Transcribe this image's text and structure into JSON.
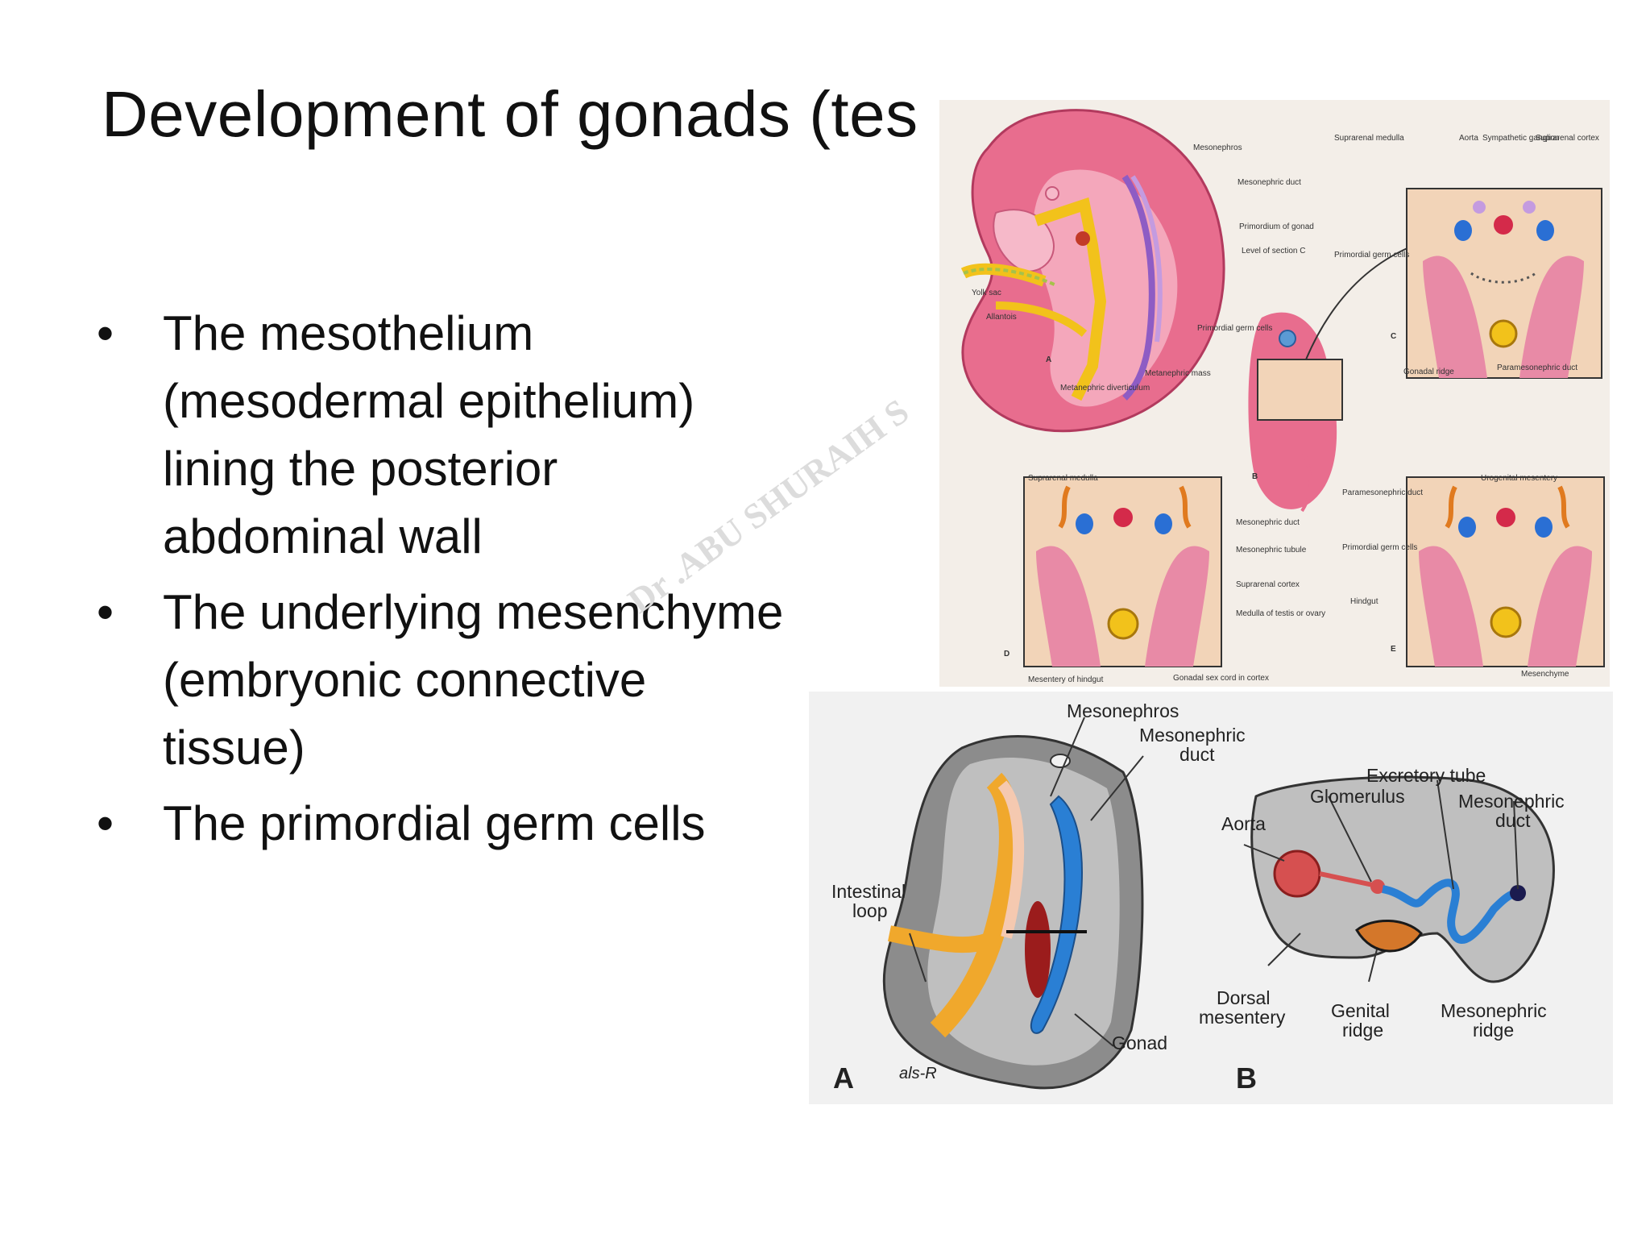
{
  "slide": {
    "title": "Development of gonads (tes",
    "bullets": [
      "The mesothelium (mesodermal epithelium) lining the posterior abdominal wall",
      "The underlying mesenchyme (embryonic connective tissue)",
      "The primordial germ cells"
    ],
    "bullet_symbol": "•",
    "watermark": "Dr .ABU SHURAIH S"
  },
  "figure_top": {
    "labels": {
      "mesonephros": "Mesonephros",
      "mesonephric_duct": "Mesonephric duct",
      "primordium_gonad": "Primordium of gonad",
      "level_section": "Level of section C",
      "yolk_sac": "Yolk sac",
      "allantois": "Allantois",
      "primordial_germ": "Primordial germ cells",
      "metanephric_mass": "Metanephric mass",
      "metanephric_div": "Metanephric diverticulum",
      "suprarenal_medulla": "Suprarenal medulla",
      "aorta": "Aorta",
      "sympathetic": "Sympathetic ganglion",
      "suprarenal_cortex": "Suprarenal cortex",
      "primordial_germ_c": "Primordial germ cells",
      "gonadal_ridge": "Gonadal ridge",
      "paramesonephric_duct": "Paramesonephric duct",
      "suprarenal_medulla_d": "Suprarenal medulla",
      "mesonephric_duct_d": "Mesonephric duct",
      "mesonephric_tubule": "Mesonephric tubule",
      "suprarenal_cortex_d": "Suprarenal cortex",
      "medulla_testis": "Medulla of testis or ovary",
      "mesentery_hindgut": "Mesentery of hindgut",
      "gonadal_sex_cord": "Gonadal sex cord in cortex",
      "paramesonephric_e": "Paramesonephric duct",
      "urogenital_mesentery": "Urogenital mesentery",
      "primordial_germ_e": "Primordial germ cells",
      "hindgut": "Hindgut",
      "mesenchyme": "Mesenchyme",
      "panel_a": "A",
      "panel_b": "B",
      "panel_c": "C",
      "panel_d": "D",
      "panel_e": "E"
    }
  },
  "figure_bottom": {
    "labels": {
      "mesonephros": "Mesonephros",
      "mesonephric_duct_1": "Mesonephric",
      "mesonephric_duct_2": "duct",
      "excretory_tube": "Excretory tube",
      "glomerulus": "Glomerulus",
      "mesonephric_duct_b1": "Mesonephric",
      "mesonephric_duct_b2": "duct",
      "aorta": "Aorta",
      "intestinal_1": "Intestinal",
      "intestinal_2": "loop",
      "gonad": "Gonad",
      "dorsal_1": "Dorsal",
      "dorsal_2": "mesentery",
      "genital_1": "Genital",
      "genital_2": "ridge",
      "mesonephric_ridge_1": "Mesonephric",
      "mesonephric_ridge_2": "ridge",
      "panel_a": "A",
      "panel_b": "B",
      "signature": "als-R"
    }
  }
}
